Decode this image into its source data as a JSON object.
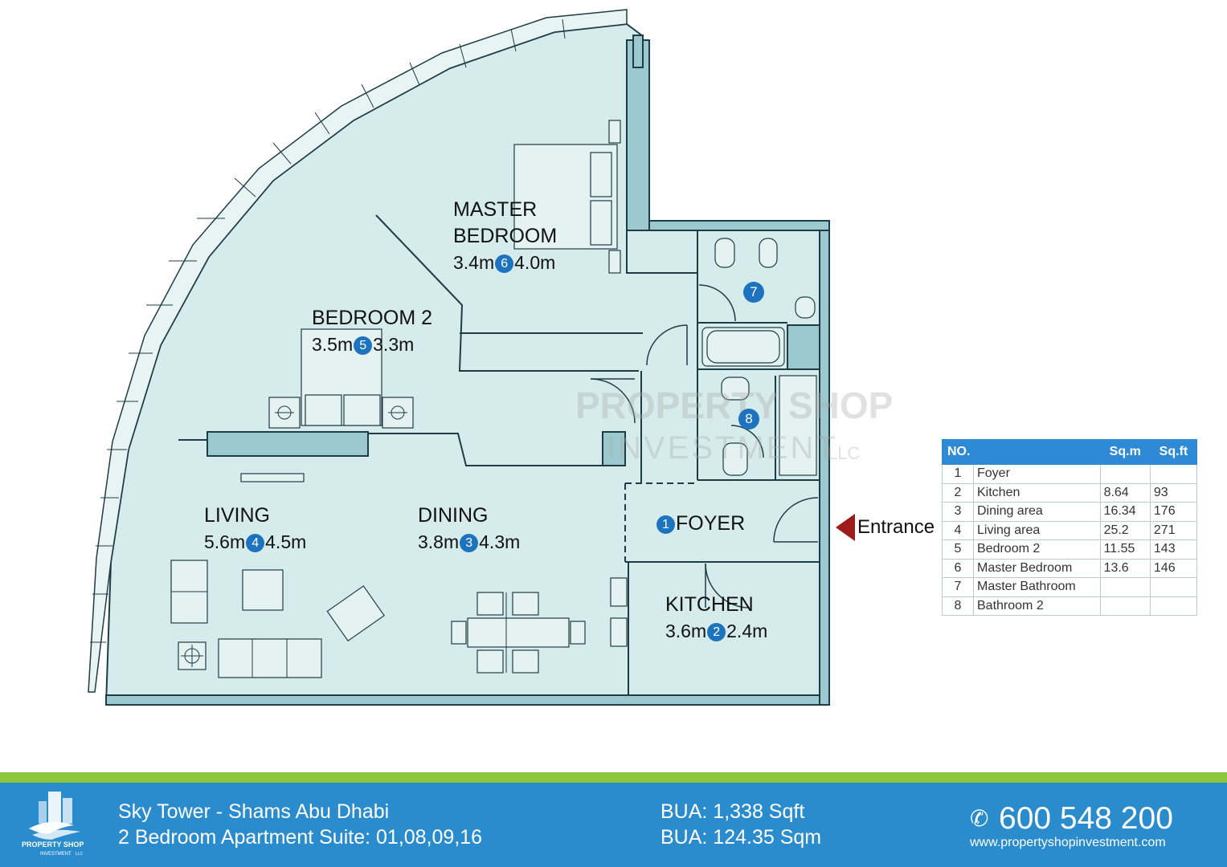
{
  "rooms": {
    "master_bedroom": {
      "name_line1": "MASTER",
      "name_line2": "BEDROOM",
      "dim_a": "3.4m",
      "num": "6",
      "dim_b": "4.0m"
    },
    "bedroom2": {
      "name": "BEDROOM 2",
      "dim_a": "3.5m",
      "num": "5",
      "dim_b": "3.3m"
    },
    "living": {
      "name": "LIVING",
      "dim_a": "5.6m",
      "num": "4",
      "dim_b": "4.5m"
    },
    "dining": {
      "name": "DINING",
      "dim_a": "3.8m",
      "num": "3",
      "dim_b": "4.3m"
    },
    "foyer": {
      "num": "1",
      "name": "FOYER"
    },
    "kitchen": {
      "name": "KITCHEN",
      "dim_a": "3.6m",
      "num": "2",
      "dim_b": "2.4m"
    },
    "master_bath": {
      "num": "7"
    },
    "bath2": {
      "num": "8"
    }
  },
  "entrance_label": "Entrance",
  "watermark": {
    "line1": "PROPERTY SHOP",
    "line2": "INVESTMENT",
    "suffix": "LLC"
  },
  "area_table": {
    "headers": [
      "NO.",
      "Sq.m",
      "Sq.ft"
    ],
    "rows": [
      {
        "no": "1",
        "name": "Foyer",
        "sqm": "",
        "sqft": ""
      },
      {
        "no": "2",
        "name": "Kitchen",
        "sqm": "8.64",
        "sqft": "93"
      },
      {
        "no": "3",
        "name": "Dining area",
        "sqm": "16.34",
        "sqft": "176"
      },
      {
        "no": "4",
        "name": "Living area",
        "sqm": "25.2",
        "sqft": "271"
      },
      {
        "no": "5",
        "name": "Bedroom 2",
        "sqm": "11.55",
        "sqft": "143"
      },
      {
        "no": "6",
        "name": "Master Bedroom",
        "sqm": "13.6",
        "sqft": "146"
      },
      {
        "no": "7",
        "name": "Master Bathroom",
        "sqm": "",
        "sqft": ""
      },
      {
        "no": "8",
        "name": "Bathroom 2",
        "sqm": "",
        "sqft": ""
      }
    ]
  },
  "footer": {
    "logo_line1": "PROPERTY SHOP",
    "logo_line2": "INVESTMENT",
    "logo_suffix": "LLC",
    "project": "Sky Tower - Shams Abu Dhabi",
    "unit": "2 Bedroom Apartment Suite: 01,08,09,16",
    "bua_sqft": "BUA: 1,338 Sqft",
    "bua_sqm": "BUA: 124.35 Sqm",
    "phone": "600 548 200",
    "website": "www.propertyshopinvestment.com"
  },
  "colors": {
    "floor": "#d6ecec",
    "wall": "#9cc9cf",
    "outline": "#1e3c44",
    "badge": "#1e73be",
    "entrance_arrow": "#9e1b1b",
    "table_header": "#2e8ad4",
    "footer_blue": "#2a8bcd",
    "footer_green": "#8dc63f"
  }
}
